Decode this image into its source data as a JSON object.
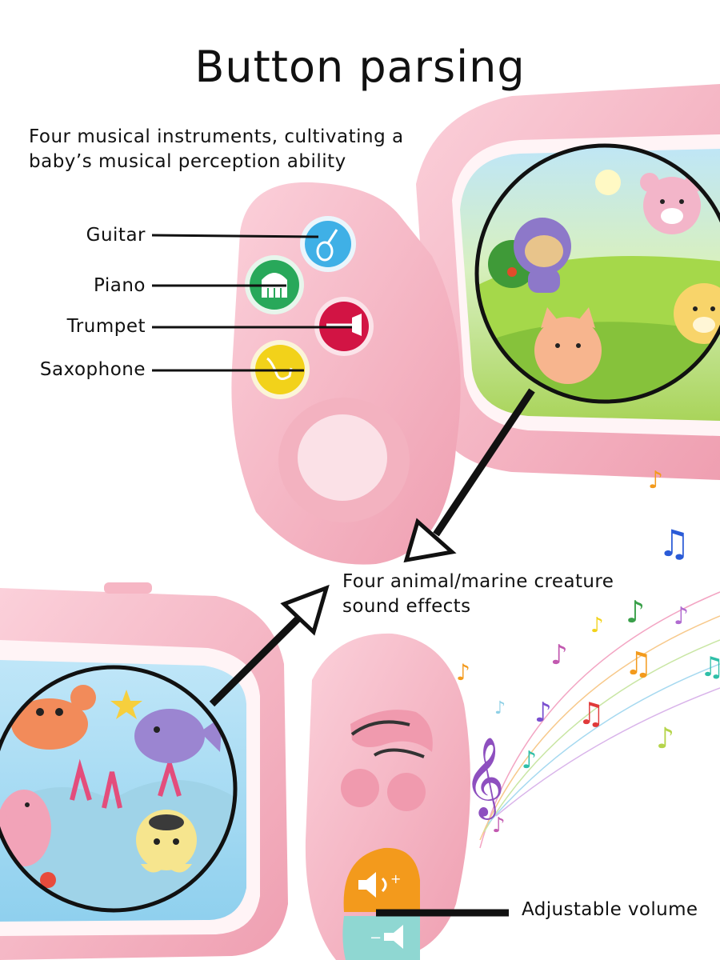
{
  "page": {
    "title": "Button parsing",
    "intro": "Four musical instruments, cultivating a baby’s musical perception ability",
    "labels": {
      "guitar": "Guitar",
      "piano": "Piano",
      "trumpet": "Trumpet",
      "saxophone": "Saxophone"
    },
    "callout": "Four animal/marine creature sound effects",
    "volume": "Adjustable volume"
  },
  "colors": {
    "toy_pink": "#f4a9b8",
    "toy_pink_light": "#fbd3dc",
    "button_blue": "#3fb0e6",
    "button_green": "#28a85a",
    "button_red": "#d21444",
    "button_yellow": "#f2d21a",
    "volume_orange": "#f39a1c",
    "volume_teal": "#8fd7d2"
  },
  "icons": [
    "guitar-icon",
    "piano-icon",
    "trumpet-icon",
    "saxophone-icon",
    "music-note-icon",
    "volume-up-icon",
    "volume-down-icon",
    "treble-clef-icon"
  ]
}
